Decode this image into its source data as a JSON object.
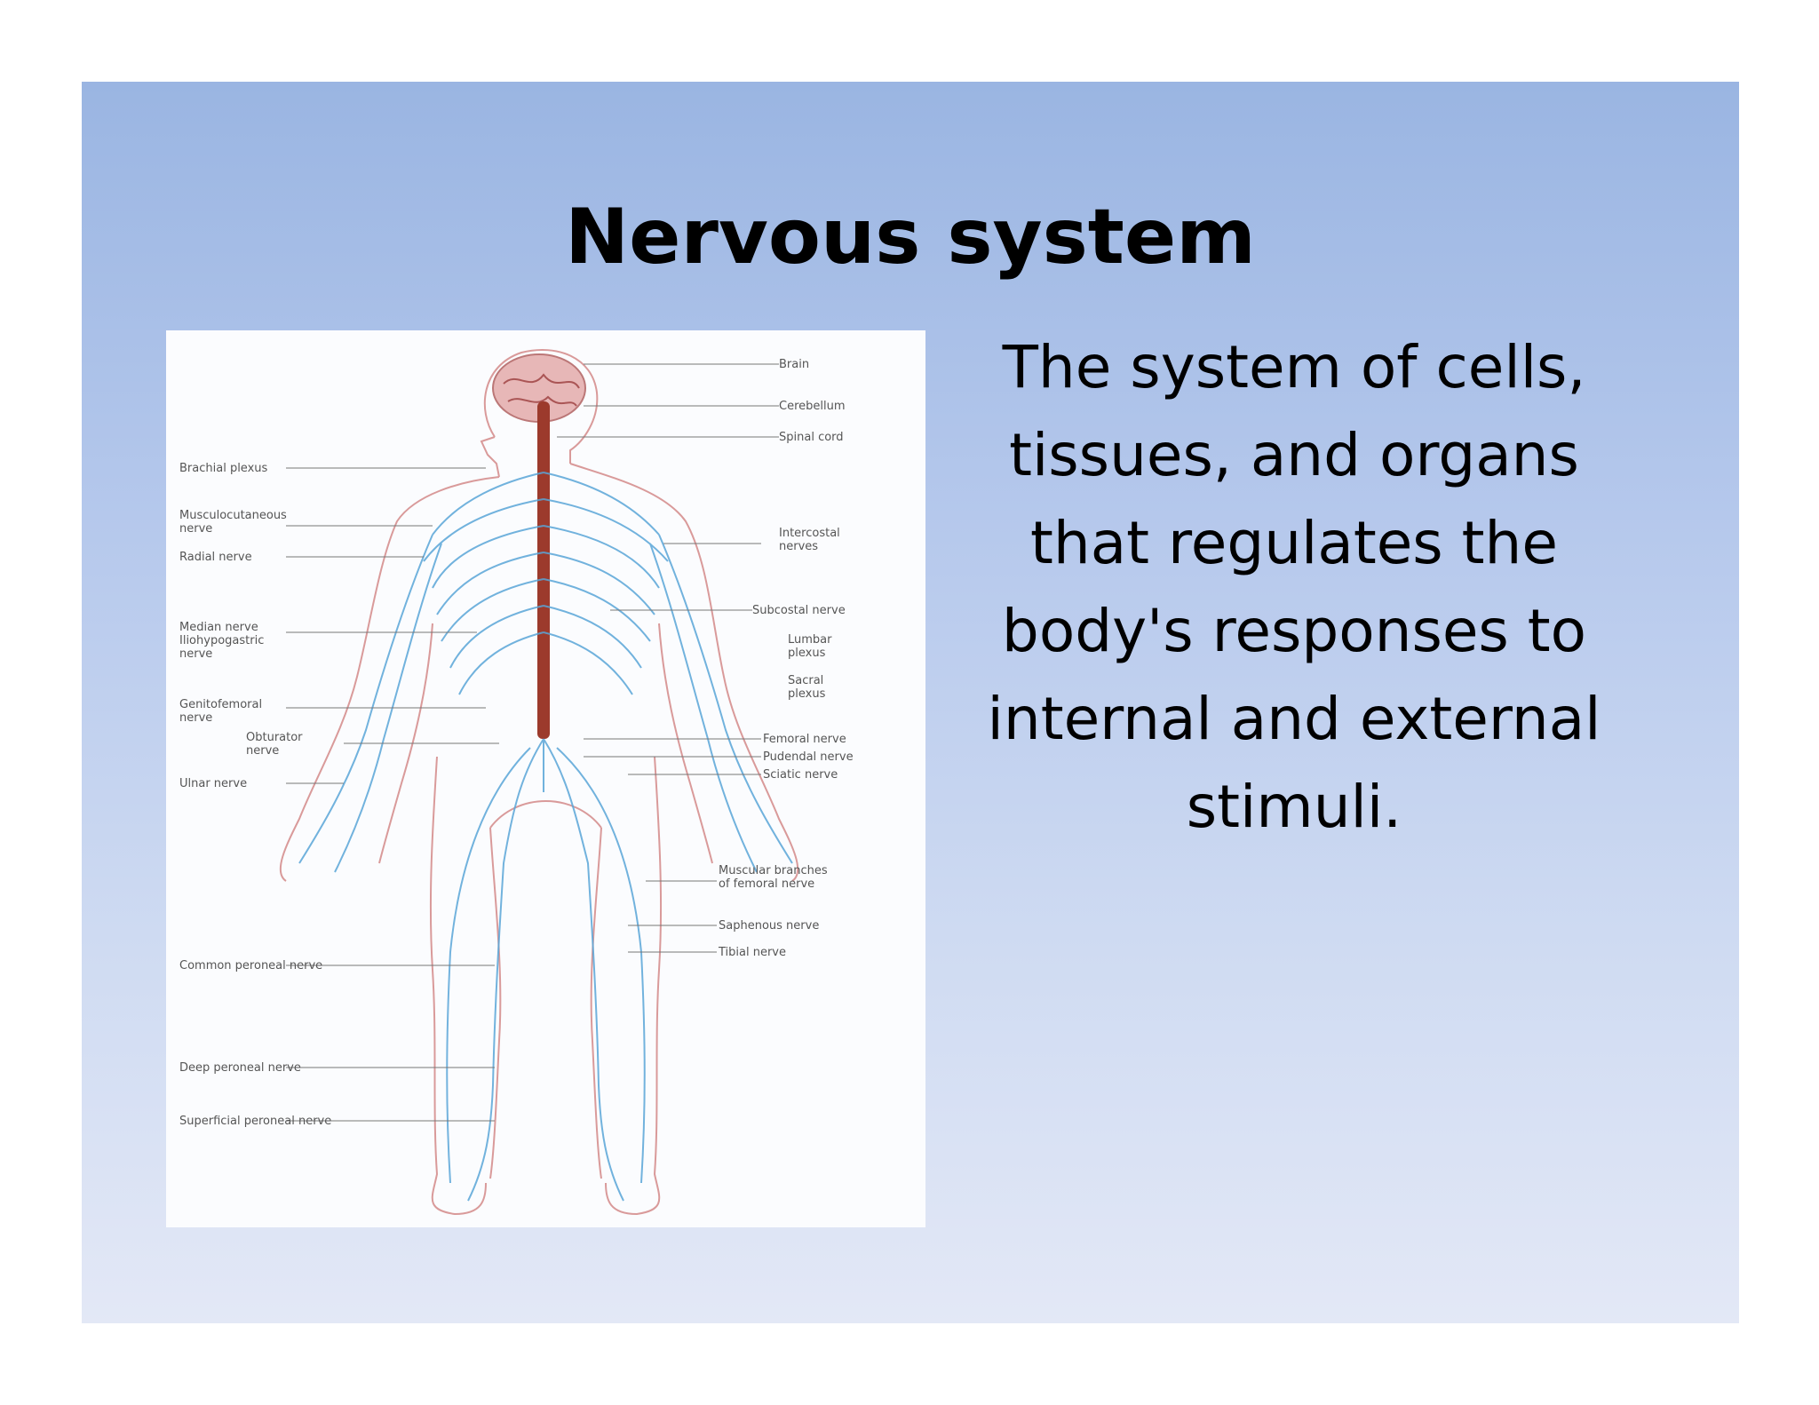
{
  "slide": {
    "title": "Nervous system",
    "body": "The system of cells, tissues, and organs that regulates the body's responses to internal and external stimuli."
  },
  "diagram": {
    "image": "human-nervous-system-diagram",
    "labels_right": [
      "Brain",
      "Cerebellum",
      "Spinal cord",
      "Intercostal nerves",
      "Subcostal nerve",
      "Lumbar plexus",
      "Sacral plexus",
      "Femoral nerve",
      "Pudendal nerve",
      "Sciatic nerve",
      "Muscular branches of femoral nerve",
      "Saphenous nerve",
      "Tibial nerve"
    ],
    "labels_left": [
      "Brachial plexus",
      "Musculocutaneous nerve",
      "Radial nerve",
      "Median nerve",
      "Iliohypogastric nerve",
      "Genitofemoral nerve",
      "Obturator nerve",
      "Ulnar nerve",
      "Common peroneal nerve",
      "Deep peroneal nerve",
      "Superficial peroneal nerve"
    ]
  },
  "colors": {
    "gradient_top": "#9ab5e2",
    "gradient_bottom": "#e3e8f6",
    "nerve": "#5aa6d8",
    "spinal_cord": "#9c3a2c",
    "outline": "#d99a9a"
  }
}
